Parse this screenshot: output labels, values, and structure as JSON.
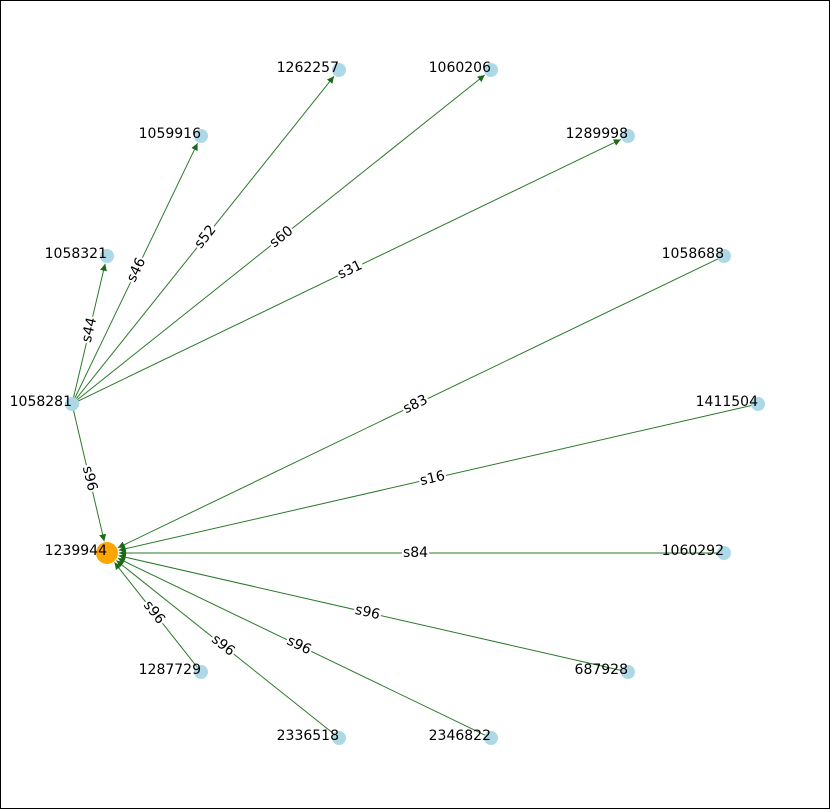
{
  "colors": {
    "edge": "#2a7a2a",
    "edge_dark": "#1a6a1a",
    "node": "#add8e6",
    "highlight_node": "#ffa500",
    "label_bg": "#ffffff"
  },
  "nodes": [
    {
      "id": "1239944",
      "highlight": true
    },
    {
      "id": "1058281",
      "highlight": false
    },
    {
      "id": "1058321",
      "highlight": false
    },
    {
      "id": "1059916",
      "highlight": false
    },
    {
      "id": "1262257",
      "highlight": false
    },
    {
      "id": "1060206",
      "highlight": false
    },
    {
      "id": "1289998",
      "highlight": false
    },
    {
      "id": "1058688",
      "highlight": false
    },
    {
      "id": "1411504",
      "highlight": false
    },
    {
      "id": "1060292",
      "highlight": false
    },
    {
      "id": "687928",
      "highlight": false
    },
    {
      "id": "2346822",
      "highlight": false
    },
    {
      "id": "2336518",
      "highlight": false
    },
    {
      "id": "1287729",
      "highlight": false
    }
  ],
  "edges": [
    {
      "source": "1058281",
      "target": "1058321",
      "label": "s44"
    },
    {
      "source": "1058281",
      "target": "1059916",
      "label": "s46"
    },
    {
      "source": "1058281",
      "target": "1262257",
      "label": "s52"
    },
    {
      "source": "1058281",
      "target": "1060206",
      "label": "s60"
    },
    {
      "source": "1058281",
      "target": "1289998",
      "label": "s31"
    },
    {
      "source": "1058281",
      "target": "1239944",
      "label": "s96"
    },
    {
      "source": "1058688",
      "target": "1239944",
      "label": "s83"
    },
    {
      "source": "1411504",
      "target": "1239944",
      "label": "s16"
    },
    {
      "source": "1060292",
      "target": "1239944",
      "label": "s84"
    },
    {
      "source": "687928",
      "target": "1239944",
      "label": "s96"
    },
    {
      "source": "2346822",
      "target": "1239944",
      "label": "s96"
    },
    {
      "source": "2336518",
      "target": "1239944",
      "label": "s96"
    },
    {
      "source": "1287729",
      "target": "1239944",
      "label": "s96"
    }
  ]
}
